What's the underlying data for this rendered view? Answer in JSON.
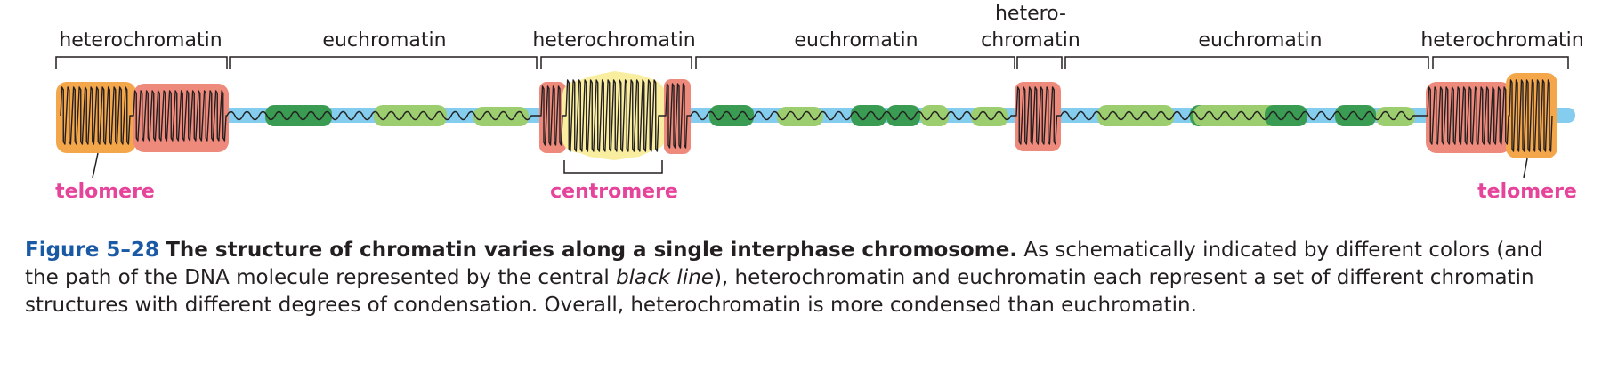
{
  "labels": {
    "het1": "heterochromatin",
    "eu1": "euchromatin",
    "het2": "heterochromatin",
    "eu2": "euchromatin",
    "het3_line1": "hetero-",
    "het3_line2": "chromatin",
    "eu3": "euchromatin",
    "het4": "heterochromatin",
    "telomere_left": "telomere",
    "centromere": "centromere",
    "telomere_right": "telomere"
  },
  "caption": {
    "figure_number": "Figure 5–28",
    "title": "The structure of chromatin varies along a single interphase chromosome.",
    "text_1": "As schematically indicated by different colors (and the path of the DNA molecule represented by the central ",
    "text_italic": "black line",
    "text_2": "), heterochromatin and euchromatin each represent a set of different chromatin structures with different degrees of condensation. Overall, heterochromatin is more condensed than euchromatin."
  },
  "colors": {
    "orange": "#f4a64a",
    "salmon": "#ee8a7c",
    "yellow": "#f9eea0",
    "blue": "#84cdee",
    "green_dark": "#3a9b52",
    "green_light": "#9ccd6e",
    "pink_label": "#e6449a",
    "figure_blue": "#1a5aa5"
  }
}
